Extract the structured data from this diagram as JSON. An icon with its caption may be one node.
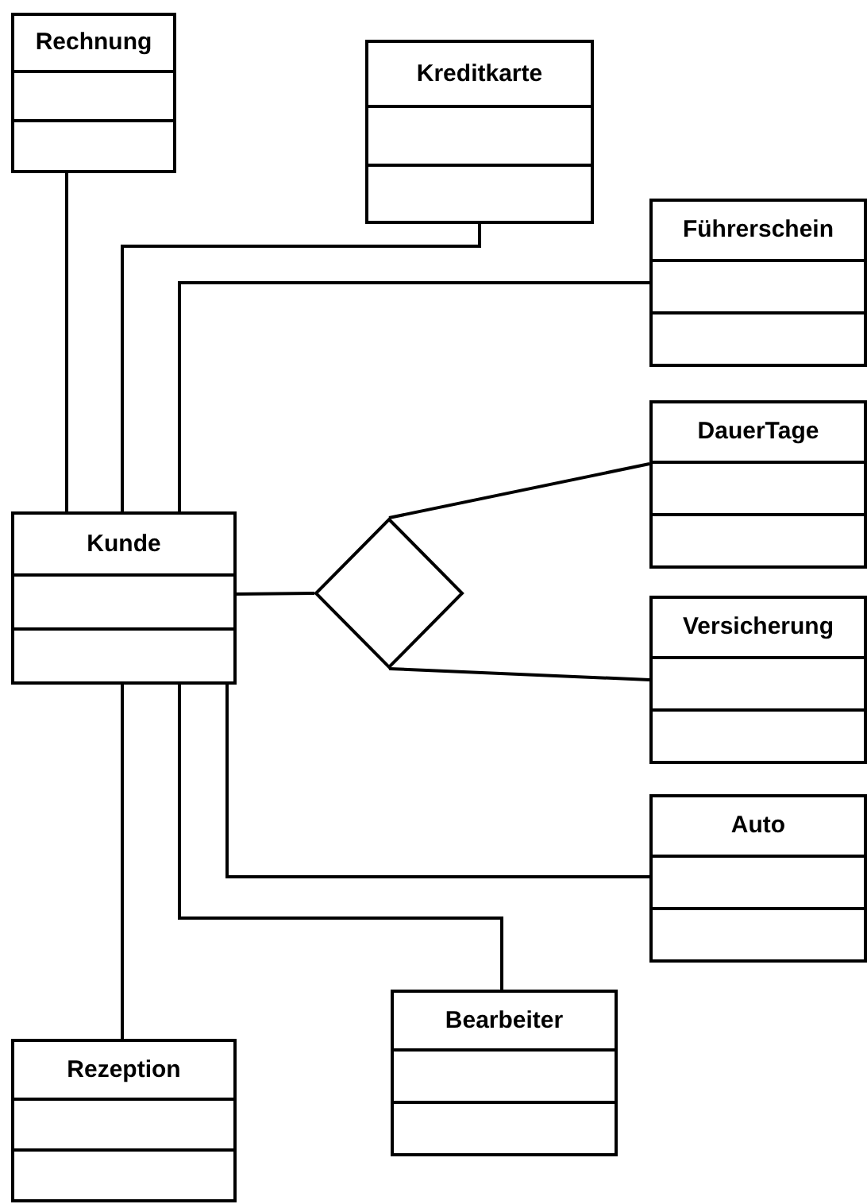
{
  "diagram": {
    "nodes": [
      {
        "text": [
          "Rechnung"
        ]
      },
      {
        "text": [
          "Kreditkarte"
        ]
      },
      {
        "text": [
          "Führerschein"
        ]
      },
      {
        "text": [
          "DauerTage"
        ]
      },
      {
        "text": [
          "Kunde"
        ]
      },
      {
        "text": [],
        "shape": "diamond"
      },
      {
        "text": [
          "Versicherung"
        ]
      },
      {
        "text": [
          "Auto"
        ]
      },
      {
        "text": [
          "Bearbeiter"
        ]
      },
      {
        "text": [
          "Rezeption"
        ]
      }
    ],
    "edges": [
      {
        "from": 0,
        "to": 4,
        "arrow": "none"
      },
      {
        "from": 1,
        "to": 4,
        "arrow": "none"
      },
      {
        "from": 2,
        "to": 4,
        "arrow": "none"
      },
      {
        "from": 4,
        "to": 5,
        "arrow": "none"
      },
      {
        "from": 5,
        "to": 3,
        "arrow": "none"
      },
      {
        "from": 5,
        "to": 6,
        "arrow": "none"
      },
      {
        "from": 4,
        "to": 7,
        "arrow": "none"
      },
      {
        "from": 4,
        "to": 8,
        "arrow": "none"
      },
      {
        "from": 4,
        "to": 9,
        "arrow": "none"
      }
    ]
  }
}
